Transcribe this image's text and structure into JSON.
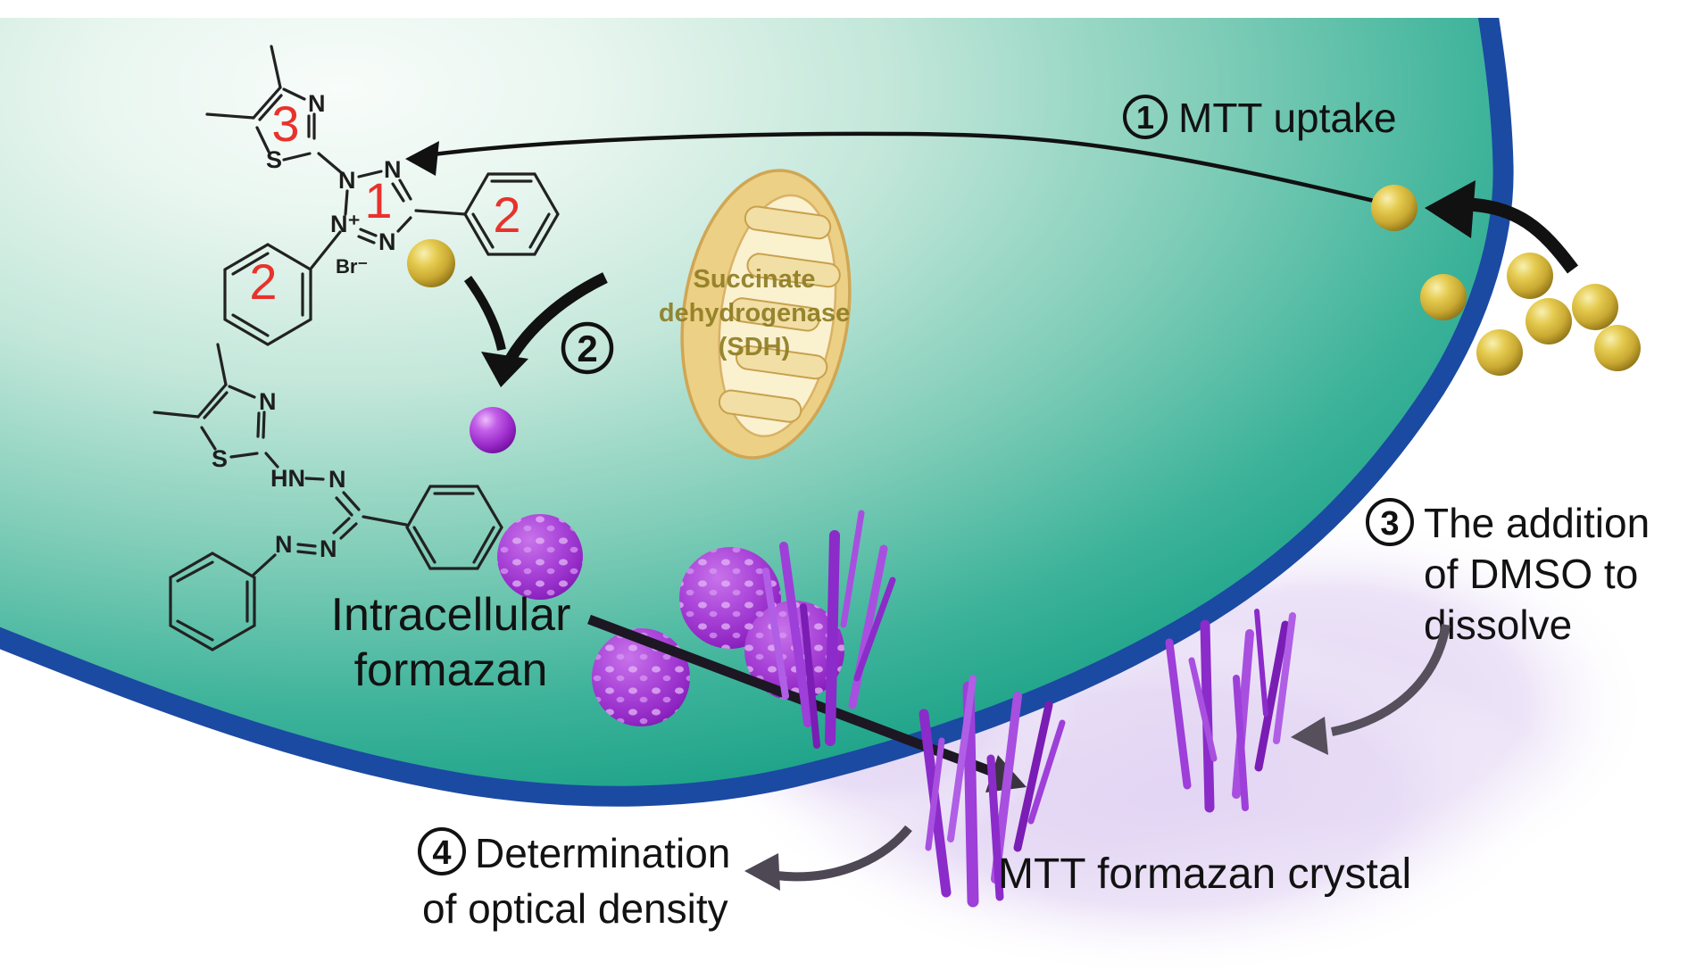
{
  "steps": {
    "s1": {
      "num": "1",
      "label": "MTT uptake"
    },
    "s2": {
      "num": "2"
    },
    "s3": {
      "num": "3",
      "line1": "The addition",
      "line2": "of DMSO to",
      "line3": "dissolve"
    },
    "s4": {
      "num": "4",
      "line1": "Determination",
      "line2": "of optical density"
    }
  },
  "labels": {
    "intracellular_line1": "Intracellular",
    "intracellular_line2": "formazan",
    "crystal": "MTT formazan crystal",
    "enzyme_line1": "Succinate",
    "enzyme_line2": "dehydrogenase",
    "enzyme_line3": "(SDH)"
  },
  "chem": {
    "n": "N",
    "nplus": "N⁺",
    "s": "S",
    "hn": "HN",
    "br": "Br⁻",
    "ring1": "1",
    "ring2": "2",
    "ring3": "3"
  },
  "colors": {
    "membrane_blue": "#1b4aa2",
    "cell_teal": "#0f9c80",
    "mtt_gold": "#d7b93c",
    "formazan_purple": "#9928c8",
    "crystal_purple": "#9d3fd8",
    "haze_purple": "#e6daf5",
    "ring_number_red": "#e8322c",
    "enzyme_olive": "#8d7b22",
    "arrow_black": "#111111",
    "arrow_gray": "#554f5c"
  }
}
